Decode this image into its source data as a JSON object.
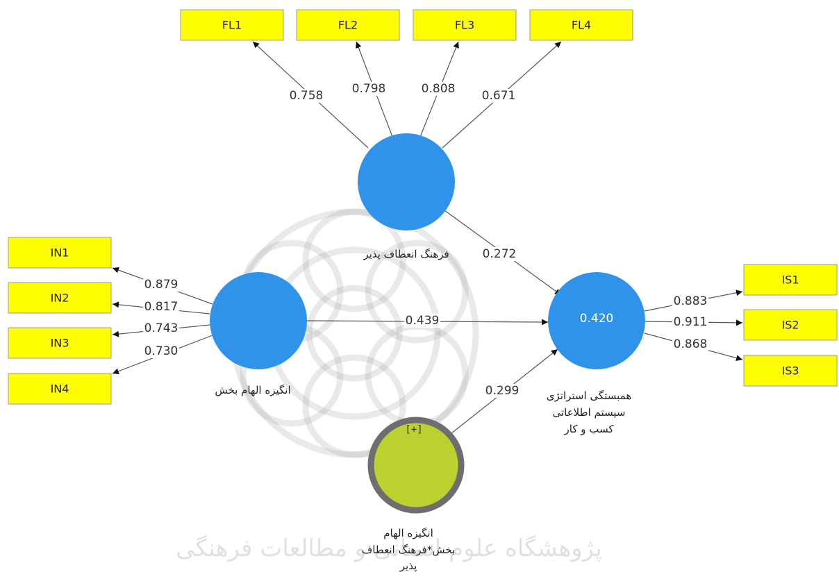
{
  "indicators": {
    "fl1": "FL1",
    "fl2": "FL2",
    "fl3": "FL3",
    "fl4": "FL4",
    "in1": "IN1",
    "in2": "IN2",
    "in3": "IN3",
    "in4": "IN4",
    "is1": "IS1",
    "is2": "IS2",
    "is3": "IS3"
  },
  "loadings": {
    "fl1": "0.758",
    "fl2": "0.798",
    "fl3": "0.808",
    "fl4": "0.671",
    "in1": "0.879",
    "in2": "0.817",
    "in3": "0.743",
    "in4": "0.730",
    "is1": "0.883",
    "is2": "0.911",
    "is3": "0.868"
  },
  "paths": {
    "culture_to_alignment": "0.272",
    "motivation_to_alignment": "0.439",
    "interaction_to_alignment": "0.299"
  },
  "constructs": {
    "culture": "فرهنگ انعطاف پذیر",
    "motivation": "انگیزه الهام بخش",
    "alignment_lines": [
      "همبستگی استراتژی",
      "سیستم اطلاعاتی",
      "کسب و کار"
    ],
    "alignment_r2": "0.420",
    "interaction_lines": [
      "انگیزه الهام",
      "بخش*فرهنگ انعطاف",
      "پذیر"
    ],
    "interaction_marker": "[+]"
  },
  "watermark_text": "پژوهشگاه علوم انسانی و مطالعات فرهنگی",
  "colors": {
    "indicator_fill": "#ffff00",
    "construct_fill": "#2f93ea",
    "moderator_fill": "#bcd12f",
    "moderator_ring": "#6e6e6e"
  }
}
